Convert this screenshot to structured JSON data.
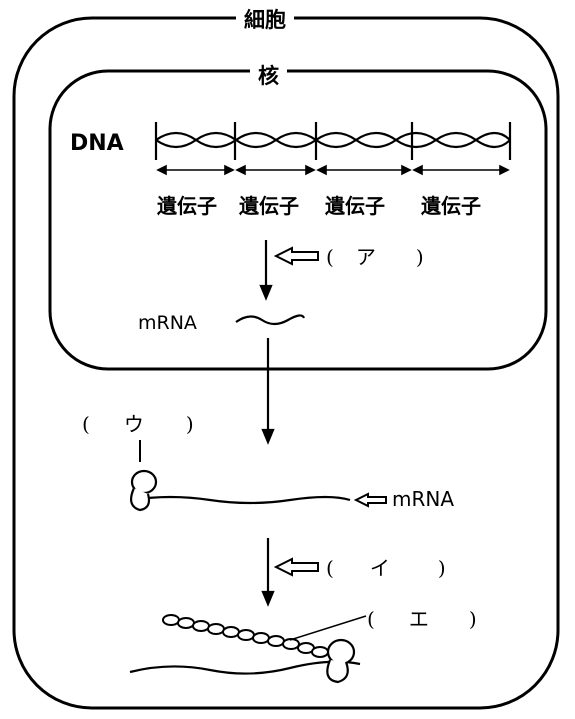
{
  "labels": {
    "cell": "細胞",
    "nucleus": "核",
    "dna": "DNA",
    "genes": [
      "遺伝子",
      "遺伝子",
      "遺伝子",
      "遺伝子"
    ],
    "mrna_nucleus": "mRNA",
    "mrna_cytoplasm": "mRNA"
  },
  "blanks": {
    "a": {
      "open": "(",
      "letter": "ア",
      "close": ")"
    },
    "u": {
      "open": "(",
      "letter": "ウ",
      "close": ")"
    },
    "i": {
      "open": "(",
      "letter": "イ",
      "close": ")"
    },
    "e": {
      "open": "(",
      "letter": "エ",
      "close": ")"
    }
  }
}
